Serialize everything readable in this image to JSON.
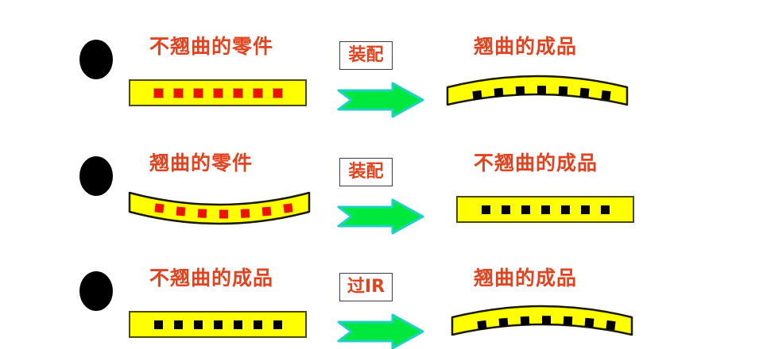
{
  "diagram": {
    "title_visible": false,
    "background_color": "#ffffff",
    "caption_color": "#e2431e",
    "board_fill": "#ffff00",
    "board_border": "#4c4a14",
    "chip_red": "#ee1100",
    "chip_black": "#000000",
    "arrow_fill": "#00e83c",
    "arrow_stroke": "#1fd1c4",
    "bullet_color": "#000000",
    "chip_count": 7,
    "rows": [
      {
        "bullet": "●",
        "left": {
          "caption": "不翘曲的零件",
          "board_shape": "flat",
          "chip_color": "red"
        },
        "process": {
          "label": "装配",
          "arrow": "right-arrow-icon"
        },
        "right": {
          "caption": "翘曲的成品",
          "board_shape": "warped-up",
          "chip_color": "black"
        }
      },
      {
        "bullet": "●",
        "left": {
          "caption": "翘曲的零件",
          "board_shape": "warped-down",
          "chip_color": "red"
        },
        "process": {
          "label": "装配",
          "arrow": "right-arrow-icon"
        },
        "right": {
          "caption": "不翘曲的成品",
          "board_shape": "flat",
          "chip_color": "black"
        }
      },
      {
        "bullet": "●",
        "left": {
          "caption": "不翘曲的成品",
          "board_shape": "flat",
          "chip_color": "black"
        },
        "process": {
          "label": "过IR",
          "arrow": "right-arrow-icon"
        },
        "right": {
          "caption": "翘曲的成品",
          "board_shape": "warped-up",
          "chip_color": "black"
        }
      }
    ]
  }
}
